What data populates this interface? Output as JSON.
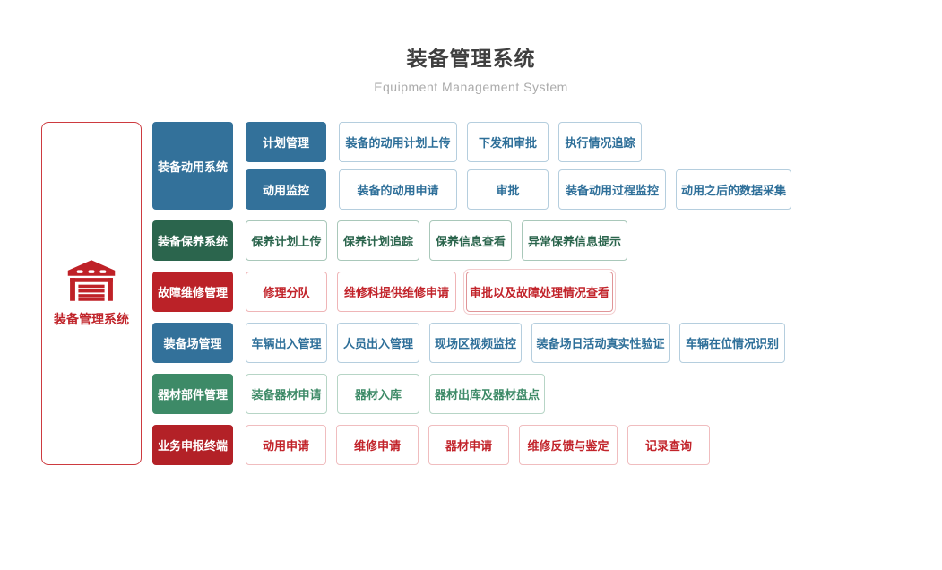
{
  "header": {
    "title": "装备管理系统",
    "subtitle": "Equipment Management System"
  },
  "root": {
    "label": "装备管理系统",
    "icon": "warehouse-icon",
    "border_color": "#cd3a3f",
    "accent_color": "#c0242a"
  },
  "colors": {
    "blue": "#33719a",
    "green_dark": "#2b654d",
    "red": "#bb2228",
    "green": "#3d8a67",
    "red_dark": "#b32127"
  },
  "branches": [
    {
      "label": "装备动用系统",
      "scheme": "blue",
      "subrows": [
        {
          "label": "计划管理",
          "items": [
            "装备的动用计划上传",
            "下发和审批",
            "执行情况追踪"
          ]
        },
        {
          "label": "动用监控",
          "items": [
            "装备的动用申请",
            "审批",
            "装备动用过程监控",
            "动用之后的数据采集"
          ]
        }
      ]
    },
    {
      "label": "装备保养系统",
      "scheme": "green_dark",
      "items": [
        "保养计划上传",
        "保养计划追踪",
        "保养信息查看",
        "异常保养信息提示"
      ]
    },
    {
      "label": "故障维修管理",
      "scheme": "red",
      "items": [
        "修理分队",
        "维修科提供维修申请",
        "审批以及故障处理情况查看"
      ]
    },
    {
      "label": "装备场管理",
      "scheme": "blue",
      "items": [
        "车辆出入管理",
        "人员出入管理",
        "现场区视频监控",
        "装备场日活动真实性验证",
        "车辆在位情况识别"
      ]
    },
    {
      "label": "器材部件管理",
      "scheme": "green",
      "items": [
        "装备器材申请",
        "器材入库",
        "器材出库及器材盘点"
      ]
    },
    {
      "label": "业务申报终端",
      "scheme": "red_dark",
      "items": [
        "动用申请",
        "维修申请",
        "器材申请",
        "维修反馈与鉴定",
        "记录查询"
      ]
    }
  ]
}
